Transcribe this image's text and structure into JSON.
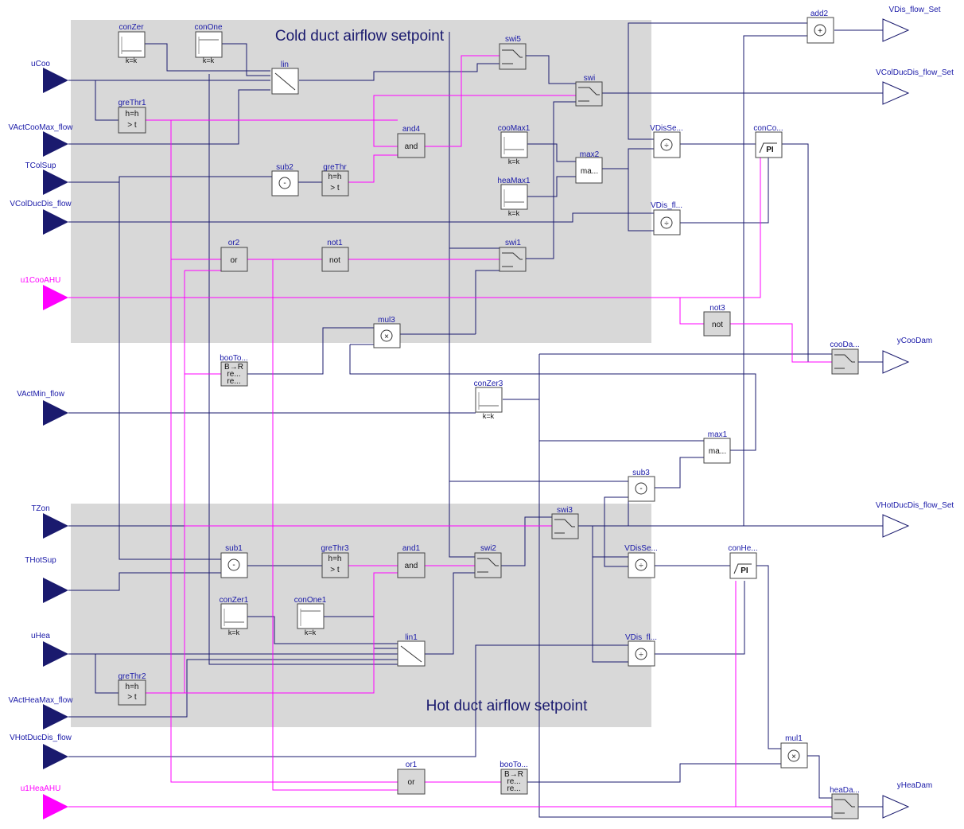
{
  "regions": {
    "cold_title": "Cold duct airflow setpoint",
    "hot_title": "Hot duct airflow setpoint"
  },
  "inputs": [
    {
      "label": "uCoo",
      "kind": "real"
    },
    {
      "label": "VActCooMax_flow",
      "kind": "real"
    },
    {
      "label": "TColSup",
      "kind": "real"
    },
    {
      "label": "VColDucDis_flow",
      "kind": "real"
    },
    {
      "label": "u1CooAHU",
      "kind": "bool"
    },
    {
      "label": "VActMin_flow",
      "kind": "real"
    },
    {
      "label": "TZon",
      "kind": "real"
    },
    {
      "label": "THotSup",
      "kind": "real"
    },
    {
      "label": "uHea",
      "kind": "real"
    },
    {
      "label": "VActHeaMax_flow",
      "kind": "real"
    },
    {
      "label": "VHotDucDis_flow",
      "kind": "real"
    },
    {
      "label": "u1HeaAHU",
      "kind": "bool"
    }
  ],
  "outputs": [
    {
      "label": "VDis_flow_Set"
    },
    {
      "label": "VColDucDis_flow_Set"
    },
    {
      "label": "yCooDam"
    },
    {
      "label": "VHotDucDis_flow_Set"
    },
    {
      "label": "yHeaDam"
    }
  ],
  "blocks": {
    "conZer": {
      "name": "conZer",
      "param": "k=k"
    },
    "conOne": {
      "name": "conOne",
      "param": "k=k"
    },
    "lin": {
      "name": "lin"
    },
    "swi5": {
      "name": "swi5"
    },
    "swi": {
      "name": "swi"
    },
    "greThr1": {
      "name": "greThr1",
      "line1": "h=h",
      "line2": "> t"
    },
    "and4": {
      "name": "and4",
      "text": "and"
    },
    "cooMax1": {
      "name": "cooMax1",
      "param": "k=k"
    },
    "heaMax1": {
      "name": "heaMax1",
      "param": "k=k"
    },
    "max2": {
      "name": "max2",
      "text": "ma..."
    },
    "sub2": {
      "name": "sub2",
      "sym": "-"
    },
    "greThr": {
      "name": "greThr",
      "line1": "h=h",
      "line2": "> t"
    },
    "VDisSe1": {
      "name": "VDisSe..."
    },
    "conCo": {
      "name": "conCo...",
      "text": "PI"
    },
    "VDis_fl1": {
      "name": "VDis_fl..."
    },
    "or2": {
      "name": "or2",
      "text": "or"
    },
    "not1": {
      "name": "not1",
      "text": "not"
    },
    "swi1": {
      "name": "swi1"
    },
    "not3": {
      "name": "not3",
      "text": "not"
    },
    "mul3": {
      "name": "mul3"
    },
    "booTo1": {
      "name": "booTo...",
      "line1": "B→R",
      "line2": "re...",
      "line3": "re..."
    },
    "cooDam": {
      "name": "cooDa..."
    },
    "conZer3": {
      "name": "conZer3",
      "param": "k=k"
    },
    "max1": {
      "name": "max1",
      "text": "ma..."
    },
    "sub3": {
      "name": "sub3",
      "sym": "-"
    },
    "swi3": {
      "name": "swi3"
    },
    "sub1": {
      "name": "sub1",
      "sym": "-"
    },
    "greThr3": {
      "name": "greThr3",
      "line1": "h=h",
      "line2": "> t"
    },
    "and1": {
      "name": "and1",
      "text": "and"
    },
    "swi2": {
      "name": "swi2"
    },
    "VDisSe2": {
      "name": "VDisSe..."
    },
    "conHe": {
      "name": "conHe...",
      "text": "PI"
    },
    "conZer1": {
      "name": "conZer1",
      "param": "k=k"
    },
    "conOne1": {
      "name": "conOne1",
      "param": "k=k"
    },
    "lin1": {
      "name": "lin1"
    },
    "VDis_fl2": {
      "name": "VDis_fl..."
    },
    "greThr2": {
      "name": "greThr2",
      "line1": "h=h",
      "line2": "> t"
    },
    "mul1": {
      "name": "mul1"
    },
    "or1": {
      "name": "or1",
      "text": "or"
    },
    "booTo2": {
      "name": "booTo...",
      "line1": "B→R",
      "line2": "re...",
      "line3": "re..."
    },
    "heaDam": {
      "name": "heaDa..."
    },
    "add2": {
      "name": "add2"
    }
  },
  "colors": {
    "real_signal": "#1a1a6e",
    "bool_signal": "#ff00ff",
    "block_name": "#1a1aa8",
    "region_fill": "#d8d8d8"
  }
}
